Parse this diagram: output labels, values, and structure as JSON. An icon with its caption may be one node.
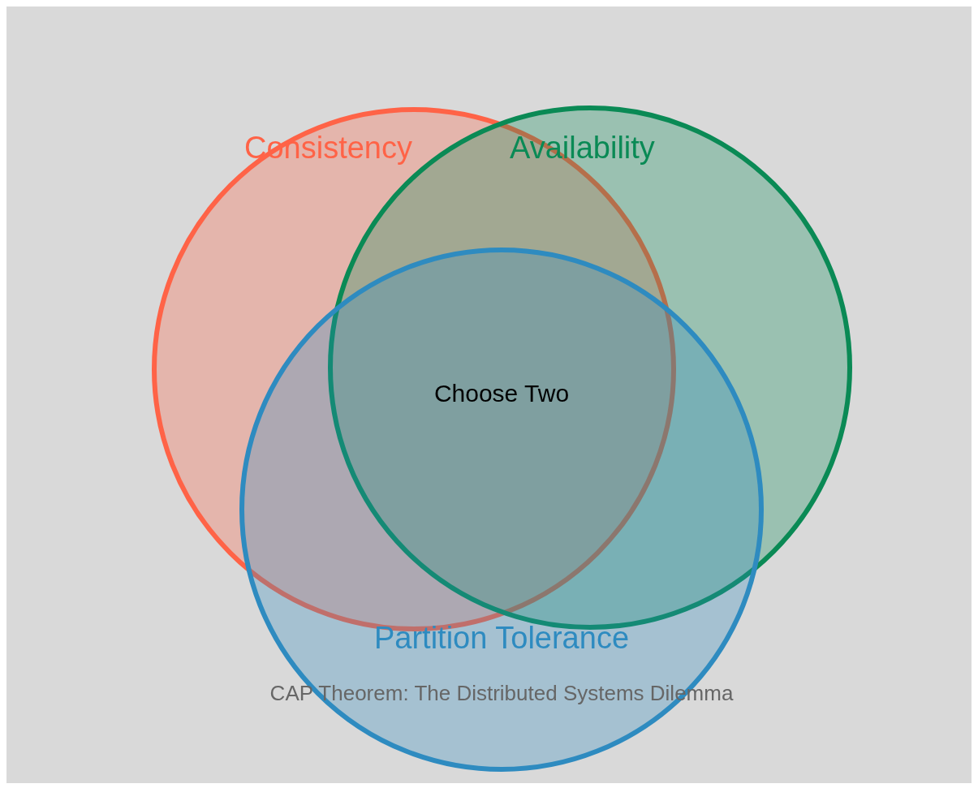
{
  "diagram": {
    "caption": "CAP Theorem: The Distributed Systems Dilemma",
    "nodes": [
      {
        "text": [
          "Consistency"
        ]
      },
      {
        "text": [
          "Availability"
        ]
      },
      {
        "text": [
          "Partition Tolerance"
        ]
      }
    ],
    "edges": [],
    "labels": [
      "Choose Two"
    ]
  }
}
